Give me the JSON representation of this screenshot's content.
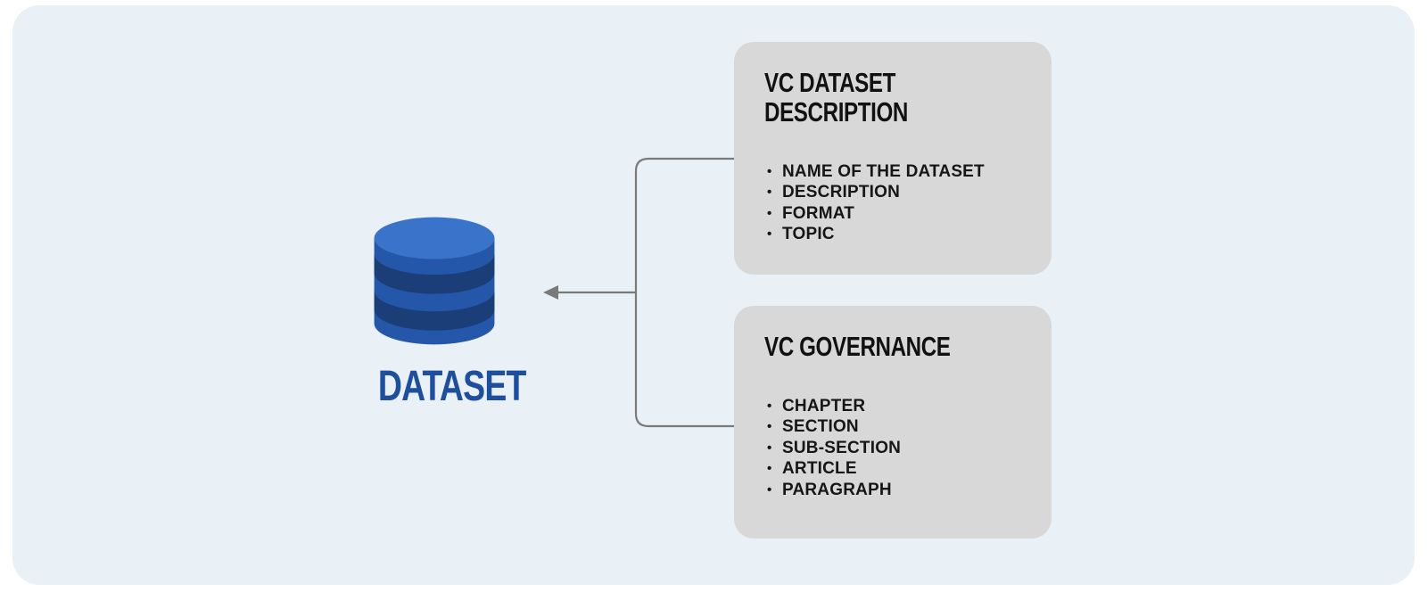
{
  "diagram": {
    "dataset_label": "DATASET",
    "boxes": [
      {
        "title": "VC DATASET DESCRIPTION",
        "items": [
          "NAME OF THE DATASET",
          "DESCRIPTION",
          "FORMAT",
          "TOPIC"
        ]
      },
      {
        "title": "VC GOVERNANCE",
        "items": [
          "CHAPTER",
          "SECTION",
          "SUB-SECTION",
          "ARTICLE",
          "PARAGRAPH"
        ]
      }
    ],
    "icons": {
      "database": "database-icon",
      "arrow": "arrow-left-icon"
    },
    "colors": {
      "canvas_bg": "#e9f1f6",
      "box_bg": "#d8d8d8",
      "db_top": "#3a74ca",
      "db_body": "#2457a9",
      "db_stripe": "#1b3e78",
      "label_blue": "#1d4fa0",
      "line_gray": "#7a7a7a",
      "text_black": "#161616"
    }
  }
}
